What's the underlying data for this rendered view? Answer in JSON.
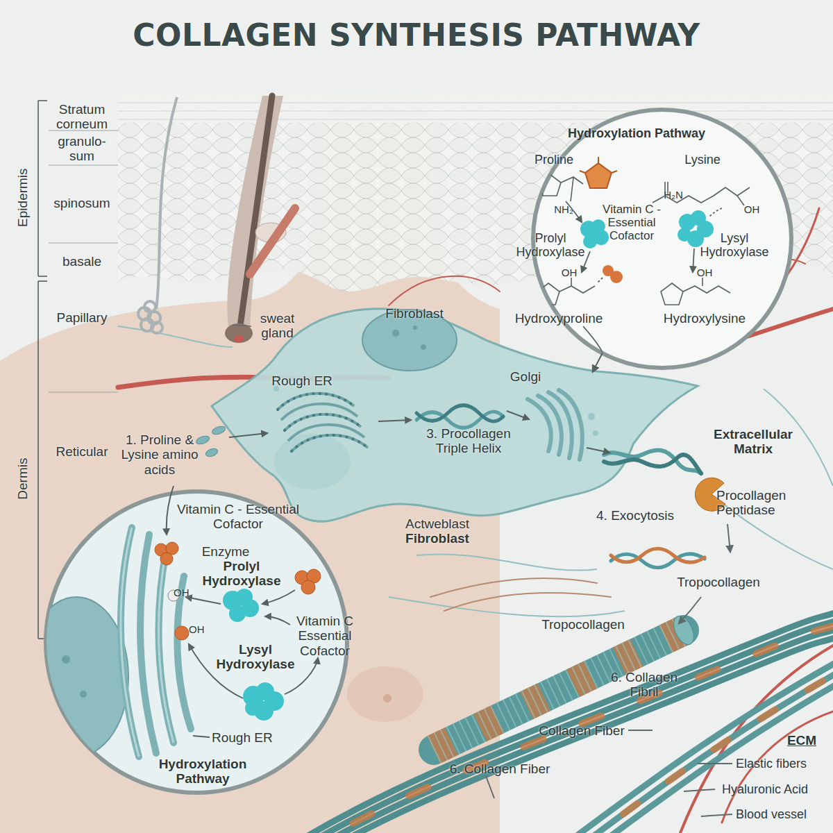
{
  "diagram": {
    "title": "COLLAGEN SYNTHESIS PATHWAY",
    "nodes": [
      {
        "text": [
          "Hydroxylation Pathway",
          "Proline",
          "Lysine",
          "NH₂",
          "H₂N",
          "OH",
          "Vitamin C - Essential Cofactor",
          "Prolyl Hydroxylase",
          "Lysyl Hydroxylase",
          "OH",
          "OH",
          "Hydroxyproline",
          "Hydroxylysine"
        ]
      },
      {
        "text": [
          "Fibroblast",
          "Rough ER",
          "3. Procollagen Triple Helix",
          "Golgi"
        ]
      },
      {
        "text": [
          "Vitamin C - Essential Cofactor",
          "Enzyme",
          "Prolyl Hydroxylase",
          "OH",
          "Vitamin C Essential Cofactor",
          "OH",
          "Lysyl Hydroxylase",
          "Rough ER",
          "Hydroxylation Pathway"
        ]
      }
    ],
    "edges": [
      {
        "from": 0,
        "to": 1,
        "arrow": "to"
      }
    ],
    "labels": [
      "Stratum corneum",
      "granulo- sum",
      "spinosum",
      "basale",
      "Epidermis",
      "Papillary",
      "sweat gland",
      "Reticular",
      "Dermis",
      "1. Proline & Lysine amino acids",
      "Extracellular Matrix",
      "Actweblast",
      "Fibroblast",
      "4. Exocytosis",
      "Procollagen Peptidase",
      "Tropocollagen",
      "Tropocollagen",
      "6. Collagen Fibril",
      "Collagen Fiber",
      "6. Collagen Fiber",
      "ECM",
      "Elastic fibers",
      "Hyaluronic Acid",
      "Blood vessel"
    ]
  }
}
